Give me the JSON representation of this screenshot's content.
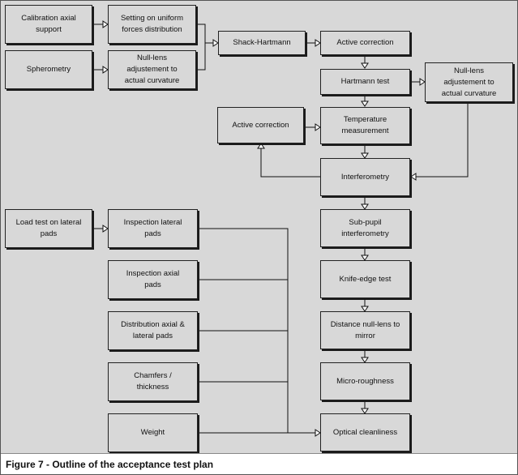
{
  "nodes": [
    {
      "id": "calibration",
      "label": "Calibration axial\nsupport"
    },
    {
      "id": "setting",
      "label": "Setting on uniform\nforces distribution"
    },
    {
      "id": "spherometry",
      "label": "Spherometry"
    },
    {
      "id": "nulllens1",
      "label": "Null-lens\nadjustement to\nactual curvature"
    },
    {
      "id": "shack",
      "label": "Shack-Hartmann"
    },
    {
      "id": "activecorr1",
      "label": "Active correction"
    },
    {
      "id": "hartmann",
      "label": "Hartmann test"
    },
    {
      "id": "nulllens2",
      "label": "Null-lens\nadjustement to\nactual curvature"
    },
    {
      "id": "activecorr2",
      "label": "Active correction"
    },
    {
      "id": "temperature",
      "label": "Temperature\nmeasurement"
    },
    {
      "id": "interferometry",
      "label": "Interferometry"
    },
    {
      "id": "loadtest",
      "label": "Load test on lateral\npads"
    },
    {
      "id": "insplateral",
      "label": "Inspection lateral\npads"
    },
    {
      "id": "subpupil",
      "label": "Sub-pupil\ninterferometry"
    },
    {
      "id": "inspaxial",
      "label": "Inspection axial\npads"
    },
    {
      "id": "knife",
      "label": "Knife-edge test"
    },
    {
      "id": "distribution",
      "label": "Distribution axial &\nlateral pads"
    },
    {
      "id": "distance",
      "label": "Distance null-lens to\nmirror"
    },
    {
      "id": "chamfers",
      "label": "Chamfers /\nthickness"
    },
    {
      "id": "micro",
      "label": "Micro-roughness"
    },
    {
      "id": "weight",
      "label": "Weight"
    },
    {
      "id": "optical",
      "label": "Optical cleanliness"
    }
  ],
  "edges": [
    [
      "calibration",
      "setting"
    ],
    [
      "spherometry",
      "nulllens1"
    ],
    [
      "setting",
      "shack"
    ],
    [
      "nulllens1",
      "shack"
    ],
    [
      "shack",
      "activecorr1"
    ],
    [
      "activecorr1",
      "hartmann"
    ],
    [
      "hartmann",
      "nulllens2"
    ],
    [
      "hartmann",
      "temperature"
    ],
    [
      "activecorr2",
      "temperature"
    ],
    [
      "temperature",
      "interferometry"
    ],
    [
      "interferometry",
      "activecorr2"
    ],
    [
      "nulllens2",
      "interferometry"
    ],
    [
      "interferometry",
      "subpupil"
    ],
    [
      "subpupil",
      "knife"
    ],
    [
      "knife",
      "distance"
    ],
    [
      "distance",
      "micro"
    ],
    [
      "micro",
      "optical"
    ],
    [
      "loadtest",
      "insplateral"
    ],
    [
      "insplateral",
      "optical"
    ],
    [
      "inspaxial",
      "optical"
    ],
    [
      "distribution",
      "optical"
    ],
    [
      "chamfers",
      "optical"
    ],
    [
      "weight",
      "optical"
    ]
  ],
  "caption": "Figure 7 - Outline of the acceptance test plan"
}
